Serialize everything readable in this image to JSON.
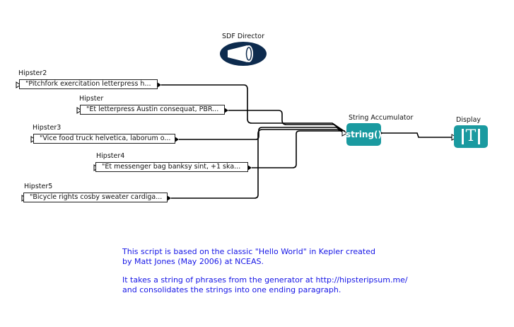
{
  "director": {
    "label": "SDF Director",
    "icon": "megaphone-icon"
  },
  "actors": [
    {
      "id": "hipster2",
      "label": "Hipster2",
      "value": "\"Pitchfork exercitation letterpress h..."
    },
    {
      "id": "hipster",
      "label": "Hipster",
      "value": "\"Et letterpress Austin consequat, PBR..."
    },
    {
      "id": "hipster3",
      "label": "Hipster3",
      "value": "\"Vice food truck helvetica, laborum o..."
    },
    {
      "id": "hipster4",
      "label": "Hipster4",
      "value": "\"Et messenger bag banksy sint, +1 ska..."
    },
    {
      "id": "hipster5",
      "label": "Hipster5",
      "value": "\"Bicycle rights cosby sweater cardiga..."
    }
  ],
  "accumulator": {
    "label": "String Accumulator",
    "text": "string()"
  },
  "display": {
    "label": "Display",
    "glyph": "T"
  },
  "annotation": {
    "lines": [
      "This script is based on the classic \"Hello World\" in Kepler created",
      "by Matt Jones (May 2006) at NCEAS.",
      "",
      "It takes a string of phrases from the generator at http://hipsteripsum.me/",
      "and consolidates the strings into one ending paragraph."
    ]
  },
  "colors": {
    "actor_fill": "#1a9aa0",
    "director_fill": "#0d2b4e",
    "annotation_text": "#1515e6",
    "wire": "#000000"
  }
}
